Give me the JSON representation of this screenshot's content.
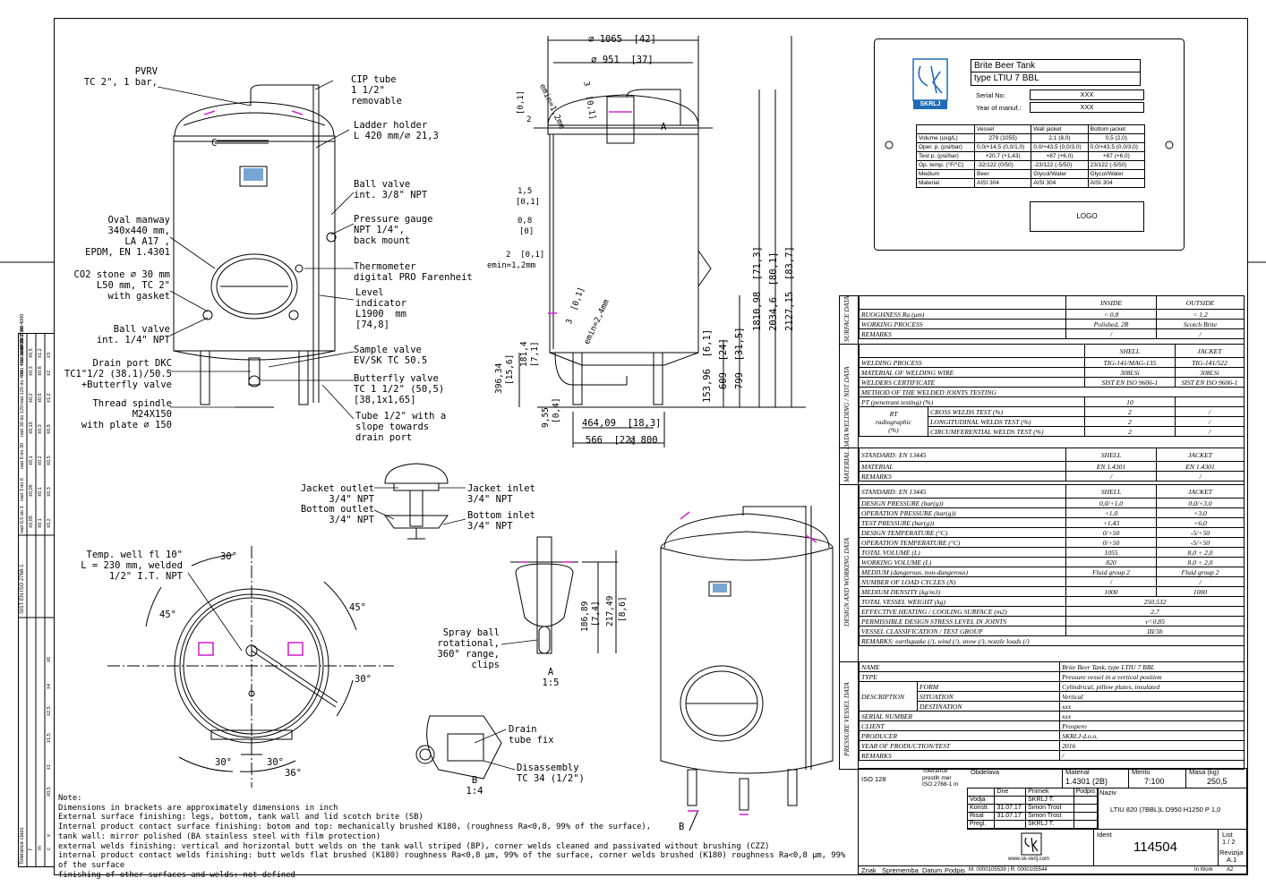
{
  "callouts": {
    "pvrv": "PVRV\nTC 2\", 1 bar,",
    "cip_tube": "CIP tube\n1 1/2\"\nremovable",
    "ladder_holder": "Ladder holder\nL 420 mm/∅ 21,3",
    "ball_valve_38": "Ball valve\nint. 3/8\" NPT",
    "pressure_gauge": "Pressure gauge\nNPT 1/4\",\nback mount",
    "oval_manway": "Oval manway\n340x440 mm,\nLA A17 ,\nEPDM, EN 1.4301",
    "thermometer": "Thermometer\ndigital PRO Farenheit",
    "co2_stone": "CO2 stone ∅ 30 mm\nL50 mm, TC 2\"\nwith gasket",
    "level_indicator": "Level\nindicator\nL1900  mm\n[74,8]",
    "ball_valve_14": "Ball valve\nint. 1/4\" NPT",
    "sample_valve": "Sample valve\nEV/SK TC 50.5",
    "drain_port": "Drain port DKC\nTC1\"1/2 (38.1)/50.5\n+Butterfly valve",
    "butterfly_valve": "Butterfly valve\nTC 1 1/2\" (50,5)\n[38,1x1,65]",
    "thread_spindle": "Thread spindle\nM24X150\nwith plate ∅ 150",
    "tube_half": "Tube 1/2\" with a\nslope towards\ndrain port",
    "jacket_outlet": "Jacket outlet\n3/4\" NPT",
    "bottom_outlet": "Bottom outlet\n3/4\" NPT",
    "jacket_inlet": "Jacket inlet\n3/4\" NPT",
    "bottom_inlet": "Bottom inlet\n3/4\" NPT",
    "temp_well": "Temp. well fl 10\"\nL = 230 mm, welded\n1/2\" I.T. NPT",
    "spray_ball": "Spray ball\nrotational,\n360° range,\nclips",
    "drain_tube_fix": "Drain\ntube fix",
    "disassembly": "Disassembly\nTC 34 (1/2\")",
    "detail_a": "A\n1:5",
    "detail_b": "B\n1:4",
    "label_a": "A",
    "label_b": "B",
    "label_c": "C"
  },
  "dimensions": {
    "d1065": "∅ 1065  [42]",
    "d951": "∅ 951  [37]",
    "emin12_top": "emin=1,2mm",
    "d3_01_top": "3  [0,1]",
    "d2": "2",
    "d01": "[0,1]",
    "d15": "1,5",
    "d15b": "[0,1]",
    "d08": "0,8",
    "d08b": "[0]",
    "d2_01": "2  [0,1]",
    "emin12": "emin=1,2mm",
    "d3_01": "3  [0,1]",
    "emin24": "emin=2,4mm",
    "h1810": "1810,98  [71,3]",
    "h2034": "2034,6  [80,1]",
    "h2127": "2127,15  [83,7]",
    "h153": "153,96  [6,1]",
    "h609": "609  [24]",
    "h799": "799  [31,5]",
    "h396": "396,34",
    "h396b": "[15,6]",
    "h181": "181,4",
    "h181b": "[7,1]",
    "h955": "9,55",
    "h955b": "[0,4]",
    "w464": "464,09  [18,3]",
    "w566": "566  [22]",
    "d800": "∅ 800",
    "a30a": "30°",
    "a45a": "45°",
    "a45b": "45°",
    "a30b": "30°",
    "a30c": "30°",
    "a30d": "30°",
    "a36": "36°",
    "h186": "186,89",
    "h186b": "[7,4]",
    "h217": "217,49",
    "h217b": "[8,6]"
  },
  "notes": {
    "title": "Note:",
    "lines": [
      "Dimensions in brackets are approximately dimensions in inch",
      "External surface finishing: legs, bottom, tank wall and lid scotch brite (SB)",
      "Internal product contact surface finishing: botom and top: mechanically brushed K180, (roughness Ra<0,8, 99% of the surface),",
      "tank wall: mirror polished (BA stainless steel with film protection)",
      "external welds finishing: vertical and horizontal butt welds on the tank wall striped (BP), corner welds cleaned and passivated without brushing (CZZ)",
      "internal product contact welds finishing: butt welds flat brushed (K180) roughness Ra<0,8 μm, 99% of the surface, corner welds brushed (K180) roughness Ra<0,8 μm, 99% of the surface",
      "finishing of other surfaces and welds: not defined"
    ]
  },
  "nameplate": {
    "logo_text": "SKRLJ",
    "title1": "Brite Beer Tank",
    "title2": "type LTIU 7 BBL",
    "serial_label": "Serial No:",
    "serial_value": "XXX",
    "year_label": "Year of manuf.:",
    "year_value": "XXX",
    "headers": [
      "",
      "Vessel",
      "Wall jacket",
      "Bottom jacket"
    ],
    "rows": [
      [
        "Volume  (usg/L)",
        "279 (1055)",
        "2,1 (8,0)",
        "0,5 (2,0)"
      ],
      [
        "Oper. p. (psi/bar)",
        "0,0/+14,5 (0,0/1,0)",
        "0,0/+43,5 (0,0/3,0)",
        "0,0/+43,5 (0,0/3,0)"
      ],
      [
        "Test p. (psi/bar)",
        "+20,7 (+1,43)",
        "+87 (+6,0)",
        "+87 (+6,0)"
      ],
      [
        "Op. temp. (°F/°C)",
        "-32/122 (0/50)",
        "-23/122 (-5/50)",
        "23/122 (-5/50)"
      ],
      [
        "Medium",
        "Beer",
        "Glycol/Water",
        "Glycol/Water"
      ],
      [
        "Material",
        "AISI 304",
        "AISI 304",
        "AISI 304"
      ]
    ],
    "logo_box": "LOGO"
  },
  "spec": {
    "sections": {
      "surface": "SURFACE DATA",
      "welding": "WELDING / NDT DATA",
      "material": "MATERIAL DATA",
      "design": "DESIGN AND WORKING DATA",
      "pressure": "PRESSURE VESSEL DATA"
    },
    "surface": {
      "head": [
        "",
        "INSIDE",
        "OUTSIDE"
      ],
      "rows": [
        [
          "RUOGHNESS Ra (μm)",
          "< 0,8",
          "< 1,2"
        ],
        [
          "WORKING PROCESS",
          "Polished, 2R",
          "Scotch Brite"
        ],
        [
          "REMARKS",
          "/",
          "/"
        ]
      ]
    },
    "welding": {
      "head": [
        "",
        "SHELL",
        "JACKET"
      ],
      "rows": [
        [
          "WELDING PROCESS",
          "TIG-141/MAG-135",
          "TIG-141/522"
        ],
        [
          "MATERIAL OF WELDING WIRE",
          "308LSi",
          "308LSi"
        ],
        [
          "WELDERS CERTIFICATE",
          "SIST EN ISO 9606-1",
          "SIST EN ISO 9606-1"
        ]
      ],
      "method": "METHOD OF THE WELDED JOINTS TESTING",
      "pt": [
        "PT (penetrant testing) (%)",
        "10",
        ""
      ],
      "rt_label": "RT\nradiographic\n(%)",
      "rt_rows": [
        [
          "CROSS WELDS TEST (%)",
          "2",
          "/"
        ],
        [
          "LONGITUDINAL WELDS TEST (%)",
          "2",
          "/"
        ],
        [
          "CIRCUMFERENTIAL WELDS TEST (%)",
          "2",
          "/"
        ]
      ]
    },
    "material": {
      "rows": [
        [
          "STANDARD: EN 13445",
          "SHELL",
          "JACKET"
        ],
        [
          "MATERIAL",
          "EN 1.4301",
          "EN 1.4301"
        ],
        [
          "REMARKS",
          "/",
          "/"
        ]
      ]
    },
    "design": {
      "rows": [
        [
          "STANDARD: EN 13445",
          "SHELL",
          "JACKET"
        ],
        [
          "DESIGN PRESSURE (bar(g))",
          "0,0/+1,0",
          "0,0/+3,0"
        ],
        [
          "OPERATION PRESSURE (bar(g))",
          "+1,0",
          "+3,0"
        ],
        [
          "TEST PRESSURE (bar(g))",
          "+1,43",
          "+6,0"
        ],
        [
          "DESIGN TEMPERATURE (°C)",
          "0/+50",
          "-5/+50"
        ],
        [
          "OPERATION TEMPERATURE (°C)",
          "0/+50",
          "-5/+50"
        ],
        [
          "TOTAL VOLUME (L)",
          "1055",
          "8,0 + 2,0"
        ],
        [
          "WORKING VOLUME (L)",
          "820",
          "8,0 + 2,0"
        ],
        [
          "MEDIUM (dangerous, non-dangerous)",
          "Fluid group 2",
          "Fluid group 2"
        ],
        [
          "NUMBER OF LOAD CYCLES (N)",
          "/",
          "/"
        ],
        [
          "MEDIUM DENSITY (kg/m3)",
          "1000",
          "1000"
        ]
      ],
      "merged": [
        [
          "TOTAL VESSEL WEIGHT (kg)",
          "250,532"
        ],
        [
          "EFFECTIVE HEATING / COOLING SURFACE (m2)",
          "2,7"
        ],
        [
          "PERMISSIBLE DESIGN STRESS LEVEL IN JOINTS",
          "v=0,85"
        ],
        [
          "VESSEL CLASSIFICATION / TEST GROUP",
          "III/3b"
        ]
      ],
      "remarks": "REMARKS: earthquake (/), wind (/), snow (/), nozzle loads (/)"
    },
    "pressure": {
      "name": [
        "NAME",
        "Brite Beer Tank, type LTIU 7 BBL"
      ],
      "type": [
        "TYPE",
        "Pressure vessel in a vertical position"
      ],
      "desc_label": "DESCRIPTION",
      "desc_rows": [
        [
          "FORM",
          "Cylindrical, pillow plates, insulated"
        ],
        [
          "SITUATION",
          "Vertical"
        ],
        [
          "DESTINATION",
          "xxx"
        ]
      ],
      "rows": [
        [
          "SERIAL NUMBER",
          "xxx"
        ],
        [
          "CLIENT",
          "Prospero"
        ],
        [
          "PRODUCER",
          "SKRLJ d.o.o."
        ],
        [
          "YEAR OF PRODUCTION/TEST",
          "2016"
        ],
        [
          "REMARKS",
          "/"
        ]
      ]
    }
  },
  "titleblock": {
    "iso": "ISO 128",
    "tolerance": "Tolerance\nprostih mer\nISO 2768-1 m",
    "obdelava": "Obdelava",
    "material_label": "Material",
    "material_value": "1.4301 (2B)",
    "merilo_label": "Merilo",
    "merilo_value": "7:100",
    "masa_label": "Masa (kg)",
    "masa_value": "250,5",
    "roles_head": [
      "",
      "Dne",
      "Priimek",
      "Podpis"
    ],
    "roles": [
      [
        "Vodja",
        "",
        "SKRLJ T.",
        ""
      ],
      [
        "Konstr.",
        "31.07.17",
        "Simon Trost",
        ""
      ],
      [
        "Risal",
        "31.07.17",
        "Simon Trost",
        ""
      ],
      [
        "Pregl.",
        "",
        "SKRLJ T.",
        ""
      ]
    ],
    "naziv_label": "Naziv",
    "naziv_value": "LTIU 820 (7BBL)L D950 H1250 P 1,0",
    "ident_label": "Ident",
    "ident_value": "114504",
    "list_label": "List",
    "list_value": "1 / 2",
    "revizija_label": "Revizija",
    "revizija_value": "A.1",
    "company_url": "www.sk-skrlj.com",
    "footer": [
      "Znak",
      "Sprememba",
      "Datum",
      "Podpis"
    ],
    "footer_note": "M: 0000105539 | R: 0000105544",
    "in_work": "In Work",
    "rev_cell": "A2"
  },
  "side_table": {
    "title": "SIST EN ISO 2768-1",
    "header_left": "Tolerance class",
    "header_sizes": [
      "nad 0,5 do 3",
      "nad 3 do 6",
      "nad 6 do 30",
      "nad 30 do 120",
      "nad 120 do 400",
      "nad 400 do 1000",
      "nad 1000 do 2000",
      "nad 2000 do 4000"
    ],
    "rows": [
      [
        "f",
        "±0,05",
        "±0,05",
        "±0,1",
        "±0,15",
        "±0,2",
        "±0,3",
        "±0,5",
        ""
      ],
      [
        "m",
        "±0,1",
        "±0,1",
        "±0,2",
        "±0,3",
        "±0,5",
        "±0,8",
        "±1,2",
        "±2"
      ],
      [
        "c",
        "±0,2",
        "±0,3",
        "±0,5",
        "±0,8",
        "±1,2",
        "±2",
        "±3",
        "±4"
      ],
      [
        "v",
        "",
        "±0,5",
        "±1",
        "±1,5",
        "±2,5",
        "±4",
        "±6",
        "±8"
      ]
    ]
  },
  "colors": {
    "line": "#000000",
    "accent": "#d22ad2",
    "logo": "#1e6bb8"
  }
}
